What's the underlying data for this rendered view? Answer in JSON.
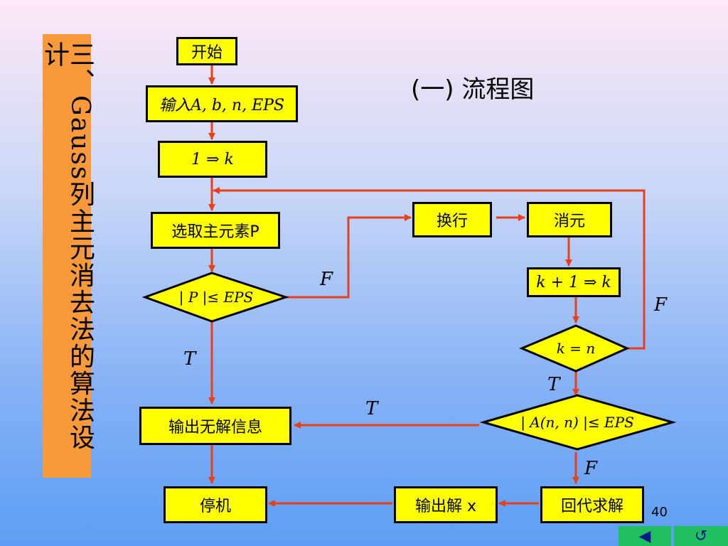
{
  "side_title": "三、Gauss列主元消去法的算法设计",
  "heading": "(一) 流程图",
  "nodes": {
    "start": "开始",
    "input": "输入A, b, n, EPS",
    "init": "1 ⇒ k",
    "select_pivot": "选取主元素P",
    "pivot_check": "| P |≤ EPS",
    "swap_rows": "换行",
    "eliminate": "消元",
    "increment": "k + 1 ⇒ k",
    "k_equals_n": "k = n",
    "ann_check": "| A(n, n) |≤ EPS",
    "no_solution": "输出无解信息",
    "back_substitute": "回代求解",
    "output_solution": "输出解  x",
    "stop": "停机"
  },
  "edge_labels": {
    "pivot_false": "F",
    "pivot_true": "T",
    "kn_false": "F",
    "kn_true": "T",
    "ann_true": "T",
    "ann_false": "F"
  },
  "page_number": "40",
  "nav": {
    "prev_icon": "◀",
    "return_icon": "↺"
  },
  "colors": {
    "box_fill": "#ffff00",
    "arrow": "#e8401a",
    "side_bar": "#f8993b",
    "nav_bar": "#20c060"
  }
}
